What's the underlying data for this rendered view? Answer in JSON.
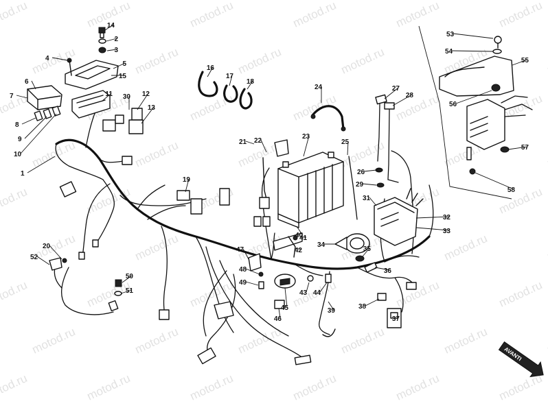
{
  "watermark": "motod.ru",
  "direction_label": "AVANTI",
  "callouts": [
    "1",
    "2",
    "3",
    "4",
    "5",
    "6",
    "7",
    "8",
    "9",
    "10",
    "11",
    "12",
    "13",
    "14",
    "15",
    "16",
    "17",
    "18",
    "19",
    "20",
    "21",
    "22",
    "23",
    "24",
    "25",
    "26",
    "27",
    "28",
    "29",
    "30",
    "31",
    "32",
    "33",
    "34",
    "35",
    "36",
    "37",
    "38",
    "39",
    "40",
    "41",
    "42",
    "43",
    "44",
    "45",
    "46",
    "47",
    "48",
    "49",
    "50",
    "51",
    "52",
    "53",
    "54",
    "55",
    "56",
    "57",
    "58"
  ]
}
